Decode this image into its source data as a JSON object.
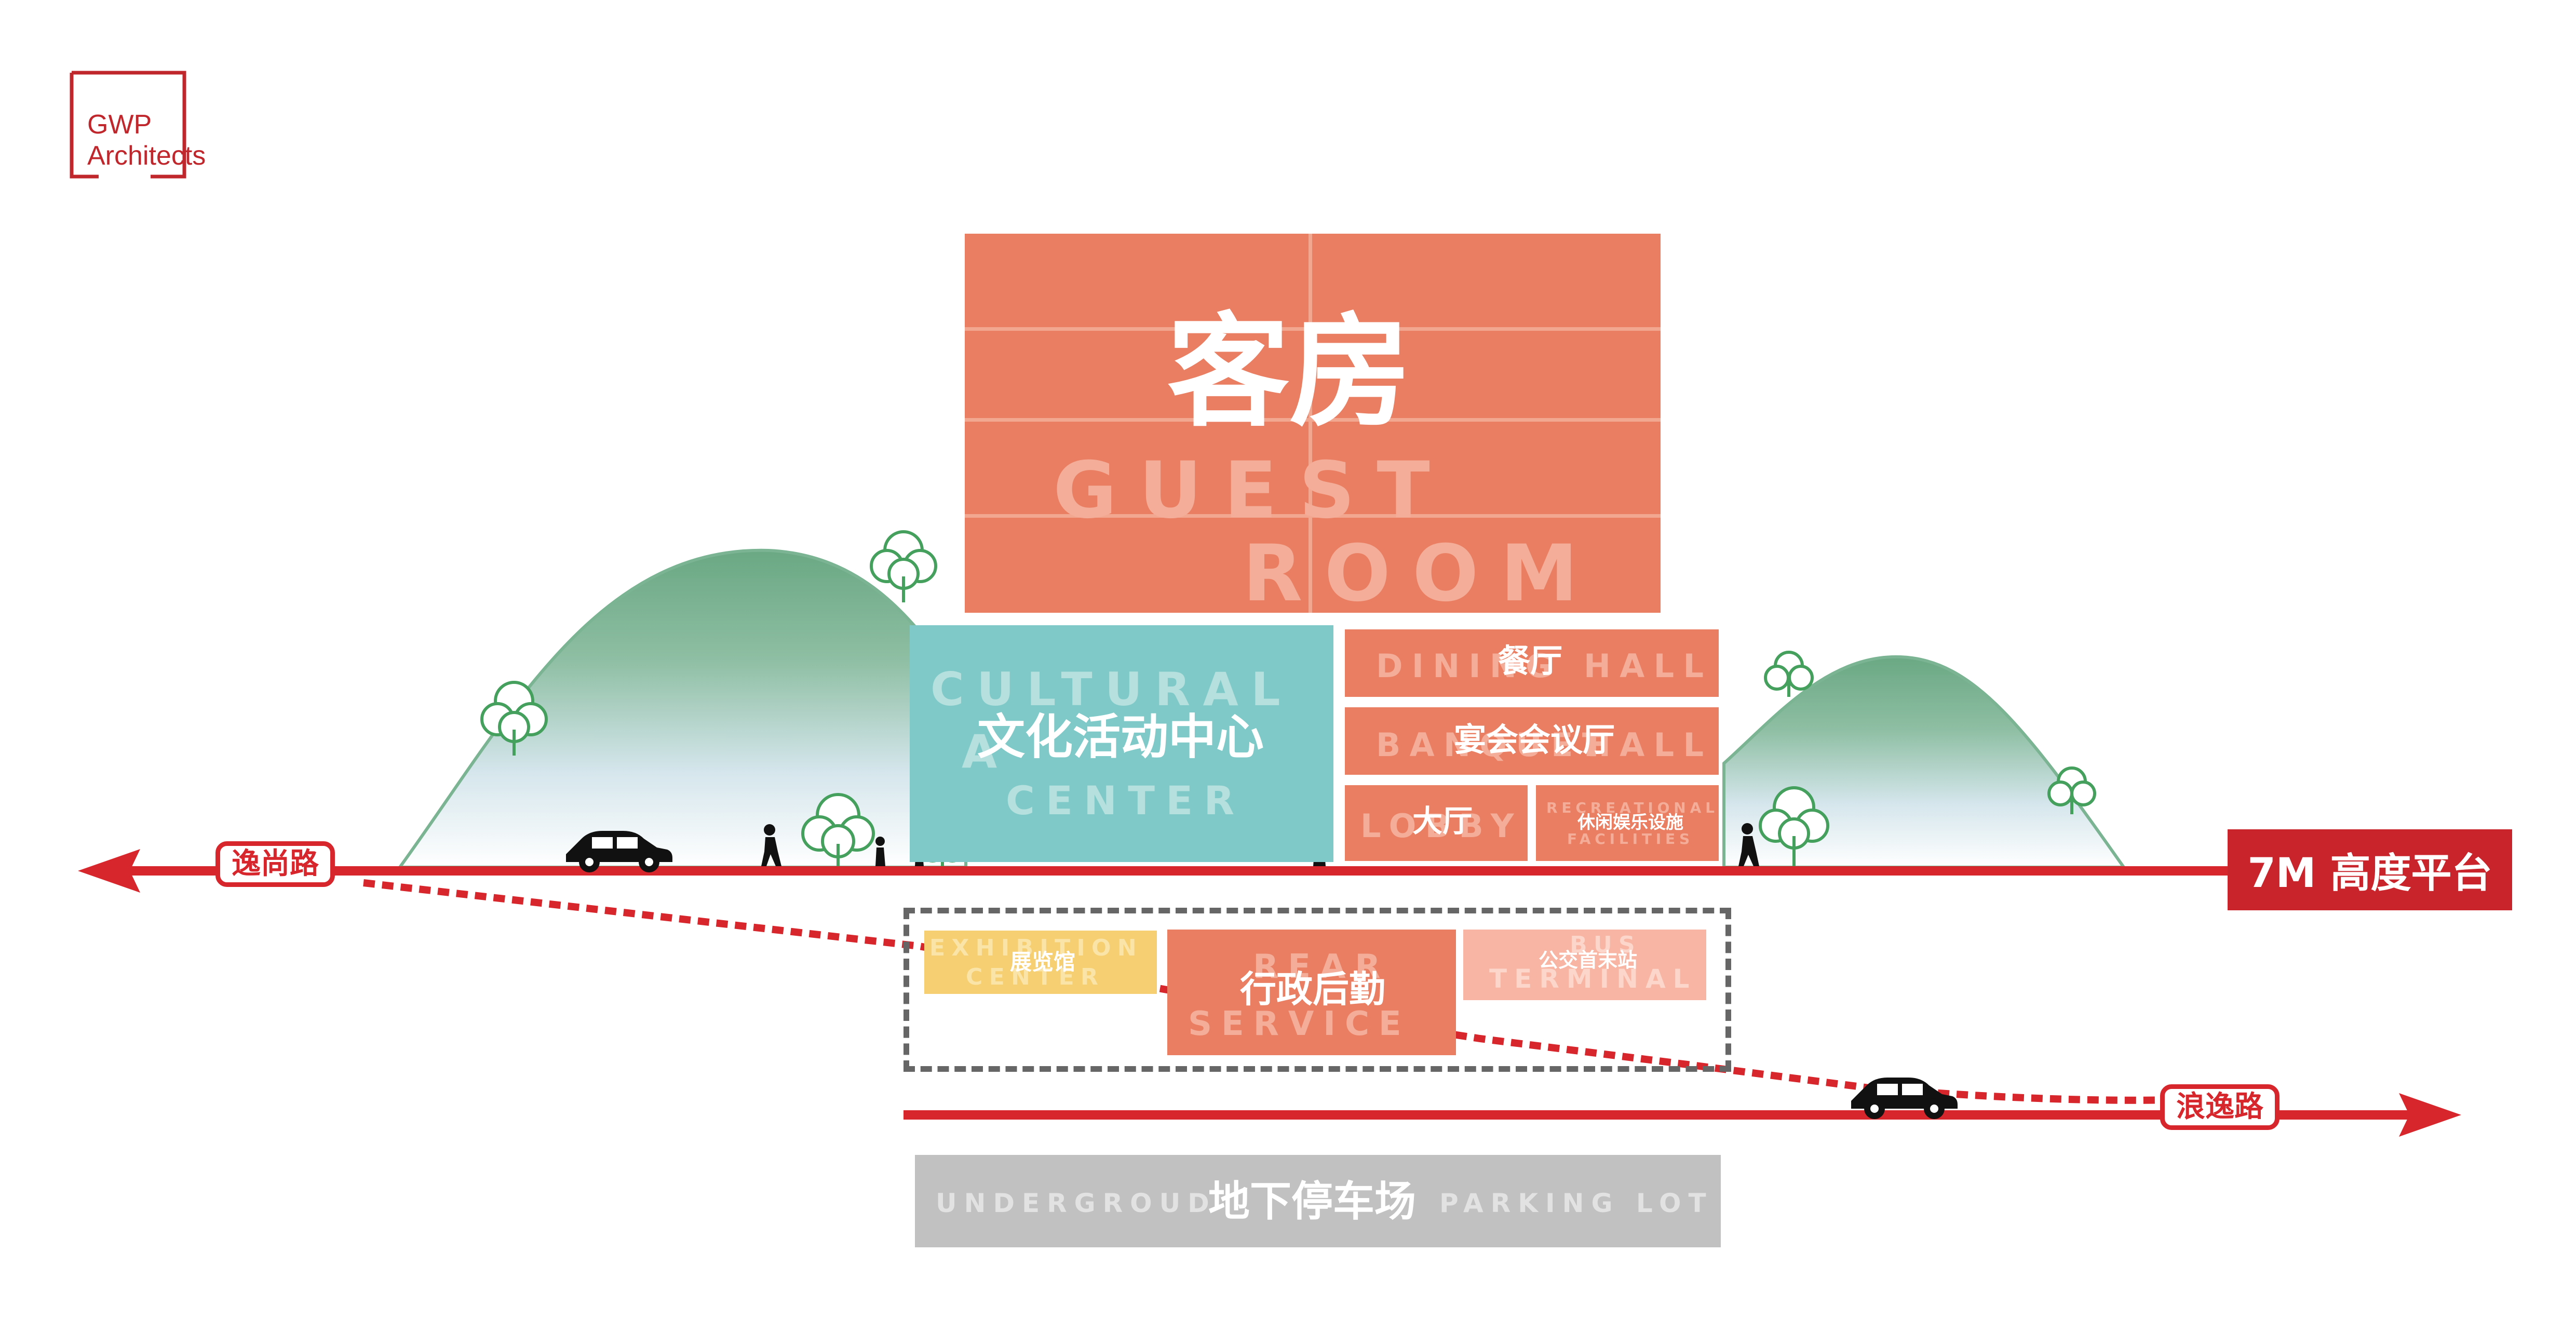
{
  "logo": {
    "line1": "GWP",
    "line2": "Architects"
  },
  "guest_room": {
    "label_cn": "客房",
    "label_en_1": "GUEST",
    "label_en_2": "ROOM"
  },
  "cultural_center": {
    "label_cn": "文化活动中心",
    "label_en_1": "CULTURAL",
    "label_en_2": "A",
    "label_en_3": "CENTER"
  },
  "dining_hall": {
    "label_cn": "餐厅",
    "label_en_1": "DINING",
    "label_en_2": "HALL"
  },
  "banquet_hall": {
    "label_cn": "宴会会议厅",
    "label_en_1": "BANQUET",
    "label_en_2": "HALL"
  },
  "lobby": {
    "label_cn": "大厅",
    "label_en": "LOBBY"
  },
  "recreational": {
    "label_cn": "休闲娱乐设施",
    "label_en_1": "RECREATIONAL",
    "label_en_2": "FACILITIES"
  },
  "exhibition_center": {
    "label_cn": "展览馆",
    "label_en_1": "EXHIBITION",
    "label_en_2": "CENTER"
  },
  "rear_service": {
    "label_cn": "行政后勤",
    "label_en_1": "REAR",
    "label_en_2": "SERVICE"
  },
  "bus_terminal": {
    "label_cn": "公交首末站",
    "label_en_1": "BUS",
    "label_en_2": "TERMINAL"
  },
  "parking": {
    "label_cn": "地下停车场",
    "label_en_1": "UNDERGROUD",
    "label_en_2": "PARKING LOT"
  },
  "roads": {
    "left_road": "逸尚路",
    "right_road": "浪逸路",
    "platform_label": "7M 高度平台"
  },
  "colors": {
    "accent_red": "#d7262c",
    "guest_room": "#e97e62",
    "cultural": "#7fcac8",
    "exhibition": "#f5cf72",
    "bus_terminal": "#f8b5a3",
    "parking": "#c1c1c1",
    "hill": "#73b28a"
  }
}
